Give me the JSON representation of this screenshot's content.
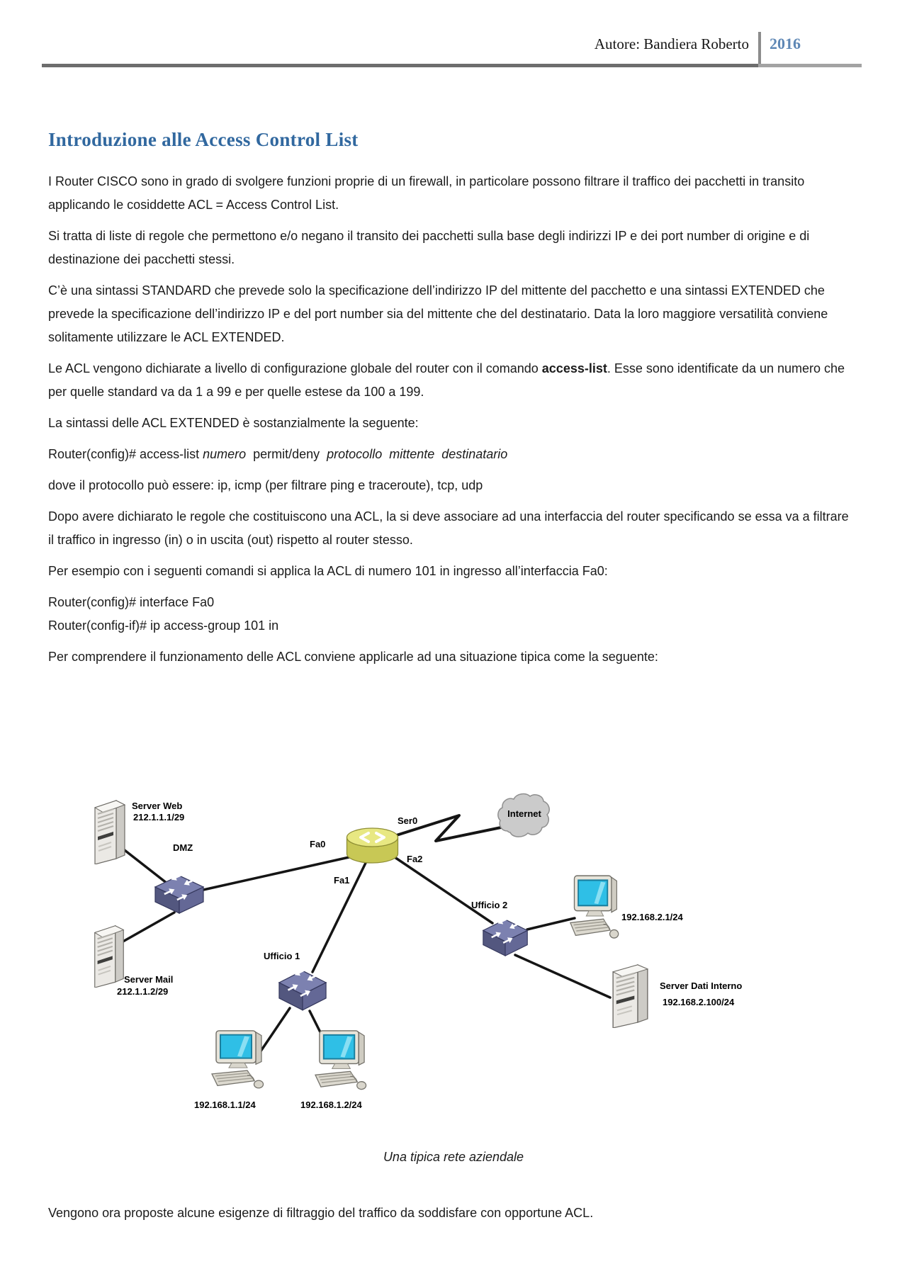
{
  "header": {
    "author": "Autore: Bandiera Roberto",
    "year": "2016"
  },
  "title": "Introduzione alle Access Control List",
  "content": {
    "p1": "I Router CISCO sono in grado di svolgere funzioni proprie di un firewall, in particolare possono filtrare il traffico dei pacchetti in transito applicando le cosiddette ACL = Access Control List.",
    "p2": "Si tratta di liste di regole che permettono e/o negano il transito dei pacchetti sulla base degli indirizzi IP e dei port number di origine e di destinazione dei pacchetti stessi.",
    "p3": "C’è una sintassi STANDARD che prevede solo la specificazione dell’indirizzo IP del mittente del pacchetto e una sintassi EXTENDED che prevede la specificazione dell’indirizzo IP e del port number sia del mittente che del destinatario. Data la loro maggiore versatilità conviene solitamente utilizzare le ACL EXTENDED.",
    "p4_pre": "Le ACL vengono dichiarate a livello di configurazione globale del router con il comando ",
    "p4_bold": "access-list",
    "p4_post": ". Esse sono identificate da un numero che per quelle standard va da 1 a 99 e per quelle estese da 100 a 199.",
    "p5": "La sintassi delle ACL EXTENDED è sostanzialmente la seguente:",
    "code1_pre": "Router(config)# access-list ",
    "code1_it1": "numero",
    "code1_mid": "  permit/deny  ",
    "code1_it2": "protocollo  mittente  destinatario",
    "p6": "dove il protocollo può essere: ip, icmp (per filtrare ping e traceroute), tcp, udp",
    "p7": "Dopo avere dichiarato le regole che costituiscono una ACL, la si deve associare ad una interfaccia del router specificando se essa va a filtrare il traffico in ingresso (in) o in uscita (out) rispetto al router stesso.",
    "p8": "Per esempio con i seguenti comandi si applica la ACL di numero 101 in ingresso all’interfaccia Fa0:",
    "code2_line1": "Router(config)# interface Fa0",
    "code2_line2": "Router(config-if)# ip access-group 101 in",
    "p9": "Per comprendere il funzionamento delle ACL conviene applicarle ad una situazione tipica come la seguente:",
    "caption": "Una tipica rete aziendale",
    "p10": "Vengono ora proposte alcune esigenze di filtraggio del traffico da soddisfare con opportune ACL."
  },
  "diagram": {
    "nodes": {
      "server_web_name": "Server Web",
      "server_web_ip": "212.1.1.1/29",
      "dmz": "DMZ",
      "server_mail_name": "Server Mail",
      "server_mail_ip": "212.1.1.2/29",
      "router_fa0": "Fa0",
      "router_ser0": "Ser0",
      "router_fa1": "Fa1",
      "router_fa2": "Fa2",
      "internet": "Internet",
      "ufficio1": "Ufficio 1",
      "ufficio2": "Ufficio 2",
      "pc_ufficio2_ip": "192.168.2.1/24",
      "server_dati_name": "Server Dati Interno",
      "server_dati_ip": "192.168.2.100/24",
      "pc1_ip": "192.168.1.1/24",
      "pc2_ip": "192.168.1.2/24"
    }
  },
  "colors": {
    "heading_blue": "#31689F",
    "year_blue": "#5E87B5",
    "rule_gray": "#6D6D6D",
    "router_yellow": "#C8C855",
    "switch_purple": "#7C81B0",
    "screen_cyan": "#2FBFE6"
  }
}
